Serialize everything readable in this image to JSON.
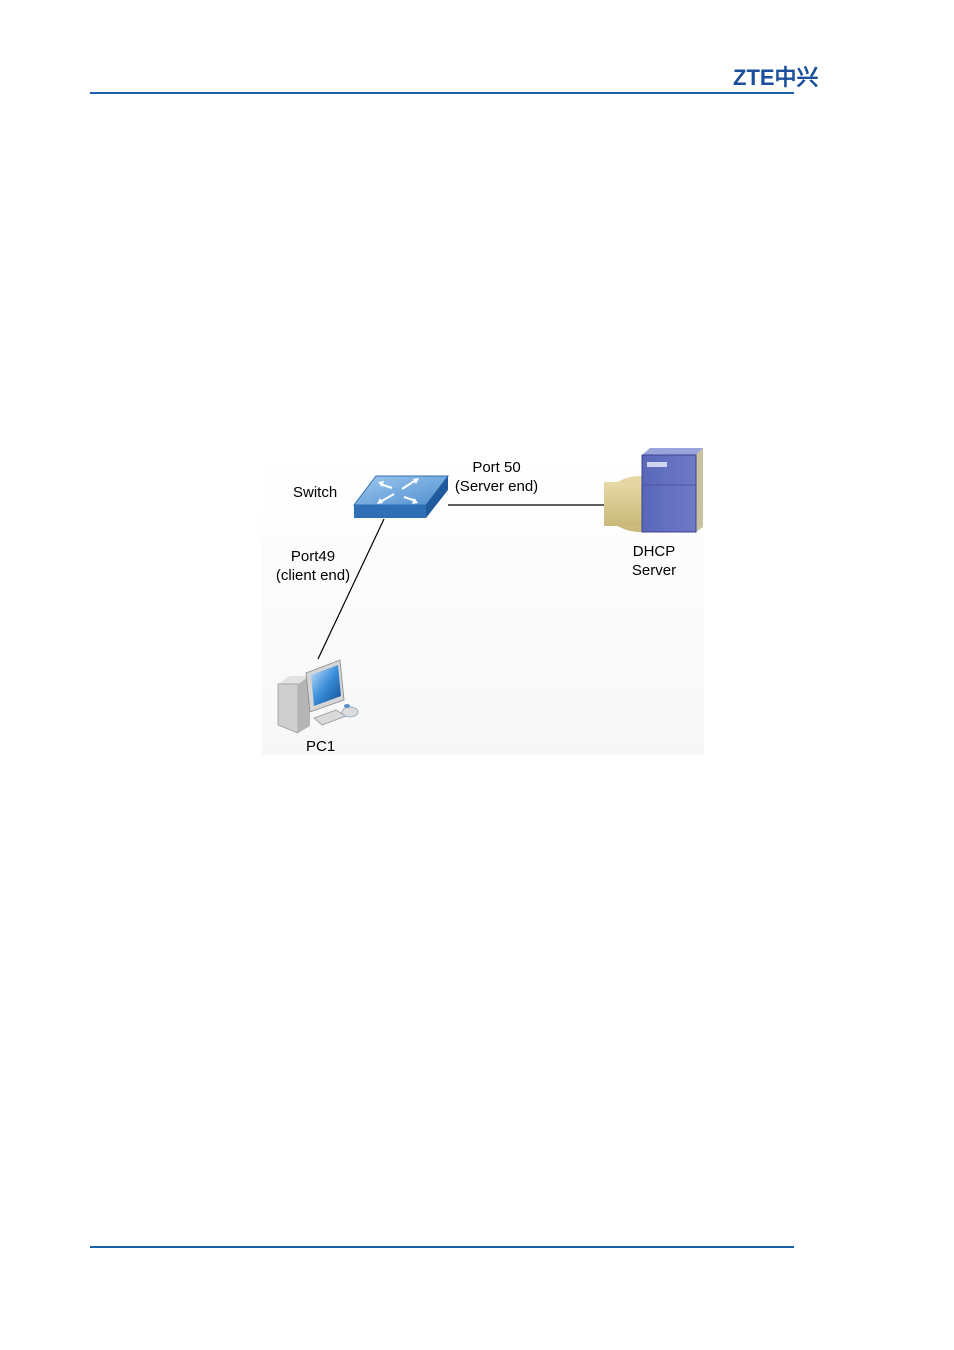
{
  "header": {
    "logo_text": "ZTE中兴",
    "rule_color": "#1b5fa8",
    "logo_color": "#1b4f9c"
  },
  "diagram": {
    "nodes": {
      "switch": {
        "label": "Switch",
        "icon": "network-switch-icon"
      },
      "server": {
        "label_line1": "DHCP",
        "label_line2": "Server",
        "icon": "dhcp-server-icon"
      },
      "pc": {
        "label": "PC1",
        "icon": "pc-computer-icon"
      }
    },
    "links": {
      "server_link": {
        "label_line1": "Port 50",
        "label_line2": "(Server end)"
      },
      "client_link": {
        "label_line1": "Port49",
        "label_line2": "(client end)"
      }
    }
  }
}
